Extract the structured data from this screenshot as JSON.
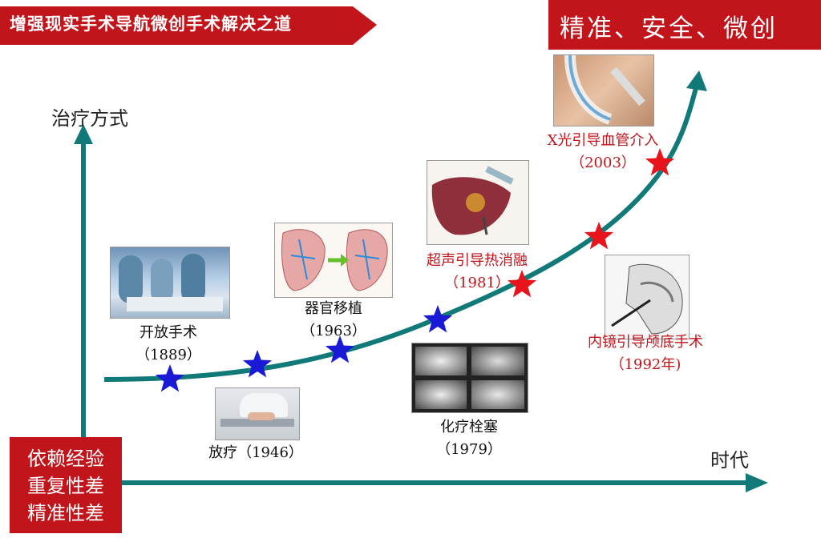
{
  "header": {
    "banner_title": "增强现实手术导航微创手术解决之道",
    "tagline": "精准、安全、微创"
  },
  "axes": {
    "y_label": "治疗方式",
    "x_label": "时代"
  },
  "left_box": {
    "line1": "依赖经验",
    "line2": "重复性差",
    "line3": "精准性差"
  },
  "milestones": {
    "open_surgery": {
      "name": "开放手术",
      "year": "（1889）"
    },
    "radiotherapy": {
      "label": "放疗（1946）"
    },
    "organ_transplant": {
      "name": "器官移植",
      "year": "（1963）"
    },
    "chemoembolization": {
      "name": "化疗栓塞",
      "year": "（1979）"
    },
    "ultrasound_ablation": {
      "name": "超声引导热消融",
      "year": "（1981）"
    },
    "endoscopic_skull_base": {
      "name": "内镜引导颅底手术",
      "year": "（1992年)"
    },
    "xray_vascular": {
      "name": "X光引导血管介入",
      "year": "（2003）"
    }
  },
  "colors": {
    "red": "#c2141b",
    "teal": "#117a78",
    "blue_star": "#1a1ad6",
    "red_star": "#e8141c"
  }
}
